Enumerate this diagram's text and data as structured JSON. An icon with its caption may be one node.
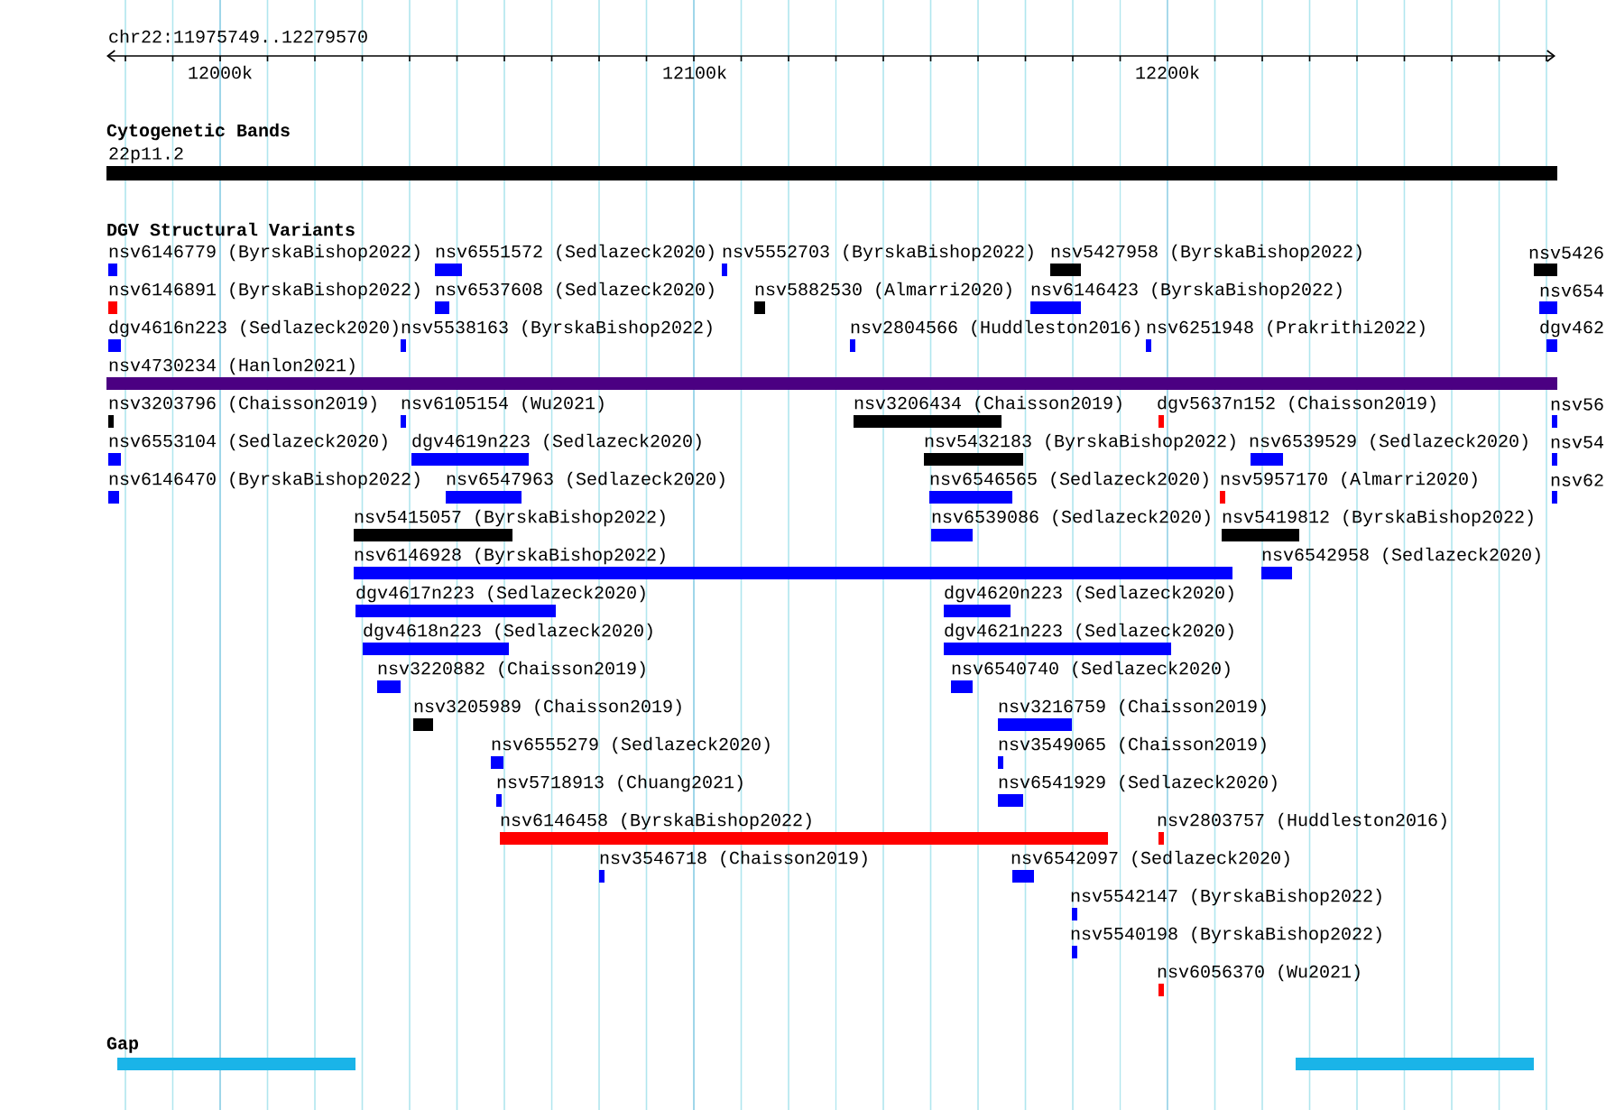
{
  "diagram": {
    "nodes": [
      {
        "text": [
          "22p11.2"
        ]
      },
      {
        "text": [
          "nsv6146779 (ByrskaBishop2022)"
        ]
      },
      {
        "text": [
          "nsv6551572 (Sedlazeck2020)"
        ]
      },
      {
        "text": [
          "nsv5552703 (ByrskaBishop2022)"
        ]
      },
      {
        "text": [
          "nsv5427958 (ByrskaBishop2022)"
        ]
      },
      {
        "text": [
          "nsv5426"
        ]
      },
      {
        "text": [
          "nsv6146891 (ByrskaBishop2022)"
        ]
      },
      {
        "text": [
          "nsv6537608 (Sedlazeck2020)"
        ]
      },
      {
        "text": [
          "nsv5882530 (Almarri2020)"
        ]
      },
      {
        "text": [
          "nsv6146423 (ByrskaBishop2022)"
        ]
      },
      {
        "text": [
          "nsv654"
        ]
      },
      {
        "text": [
          "dgv4616n223 (Sedlazeck2020)"
        ]
      },
      {
        "text": [
          "nsv5538163 (ByrskaBishop2022)"
        ]
      },
      {
        "text": [
          "nsv2804566 (Huddleston2016)"
        ]
      },
      {
        "text": [
          "nsv6251948 (Prakrithi2022)"
        ]
      },
      {
        "text": [
          "dgv462"
        ]
      },
      {
        "text": [
          "nsv4730234 (Hanlon2021)"
        ]
      },
      {
        "text": [
          "nsv3203796 (Chaisson2019)"
        ]
      },
      {
        "text": [
          "nsv6105154 (Wu2021)"
        ]
      },
      {
        "text": [
          "nsv3206434 (Chaisson2019)"
        ]
      },
      {
        "text": [
          "dgv5637n152 (Chaisson2019)"
        ]
      },
      {
        "text": [
          "nsv56"
        ]
      },
      {
        "text": [
          "nsv6553104 (Sedlazeck2020)"
        ]
      },
      {
        "text": [
          "dgv4619n223 (Sedlazeck2020)"
        ]
      },
      {
        "text": [
          "nsv5432183 (ByrskaBishop2022)"
        ]
      },
      {
        "text": [
          "nsv6539529 (Sedlazeck2020)"
        ]
      },
      {
        "text": [
          "nsv54"
        ]
      },
      {
        "text": [
          "nsv6146470 (ByrskaBishop2022)"
        ]
      },
      {
        "text": [
          "nsv6547963 (Sedlazeck2020)"
        ]
      },
      {
        "text": [
          "nsv6546565 (Sedlazeck2020)"
        ]
      },
      {
        "text": [
          "nsv5957170 (Almarri2020)"
        ]
      },
      {
        "text": [
          "nsv62"
        ]
      },
      {
        "text": [
          "nsv5415057 (ByrskaBishop2022)"
        ]
      },
      {
        "text": [
          "nsv6539086 (Sedlazeck2020)"
        ]
      },
      {
        "text": [
          "nsv5419812 (ByrskaBishop2022)"
        ]
      },
      {
        "text": [
          "nsv6146928 (ByrskaBishop2022)"
        ]
      },
      {
        "text": [
          "nsv6542958 (Sedlazeck2020)"
        ]
      },
      {
        "text": [
          "dgv4617n223 (Sedlazeck2020)"
        ]
      },
      {
        "text": [
          "dgv4620n223 (Sedlazeck2020)"
        ]
      },
      {
        "text": [
          "dgv4618n223 (Sedlazeck2020)"
        ]
      },
      {
        "text": [
          "dgv4621n223 (Sedlazeck2020)"
        ]
      },
      {
        "text": [
          "nsv3220882 (Chaisson2019)"
        ]
      },
      {
        "text": [
          "nsv6540740 (Sedlazeck2020)"
        ]
      },
      {
        "text": [
          "nsv3205989 (Chaisson2019)"
        ]
      },
      {
        "text": [
          "nsv3216759 (Chaisson2019)"
        ]
      },
      {
        "text": [
          "nsv6555279 (Sedlazeck2020)"
        ]
      },
      {
        "text": [
          "nsv3549065 (Chaisson2019)"
        ]
      },
      {
        "text": [
          "nsv5718913 (Chuang2021)"
        ]
      },
      {
        "text": [
          "nsv6541929 (Sedlazeck2020)"
        ]
      },
      {
        "text": [
          "nsv6146458 (ByrskaBishop2022)"
        ]
      },
      {
        "text": [
          "nsv2803757 (Huddleston2016)"
        ]
      },
      {
        "text": [
          "nsv3546718 (Chaisson2019)"
        ]
      },
      {
        "text": [
          "nsv6542097 (Sedlazeck2020)"
        ]
      },
      {
        "text": [
          "nsv5542147 (ByrskaBishop2022)"
        ]
      },
      {
        "text": [
          "nsv5540198 (ByrskaBishop2022)"
        ]
      },
      {
        "text": [
          "nsv6056370 (Wu2021)"
        ]
      },
      {
        "text": [],
        "shape": "bar"
      },
      {
        "text": [],
        "shape": "bar"
      }
    ],
    "labels": [
      "chr22:11975749..12279570",
      "12000k",
      "12100k",
      "12200k",
      "Cytogenetic Bands",
      "DGV Structural Variants",
      "Gap"
    ]
  }
}
